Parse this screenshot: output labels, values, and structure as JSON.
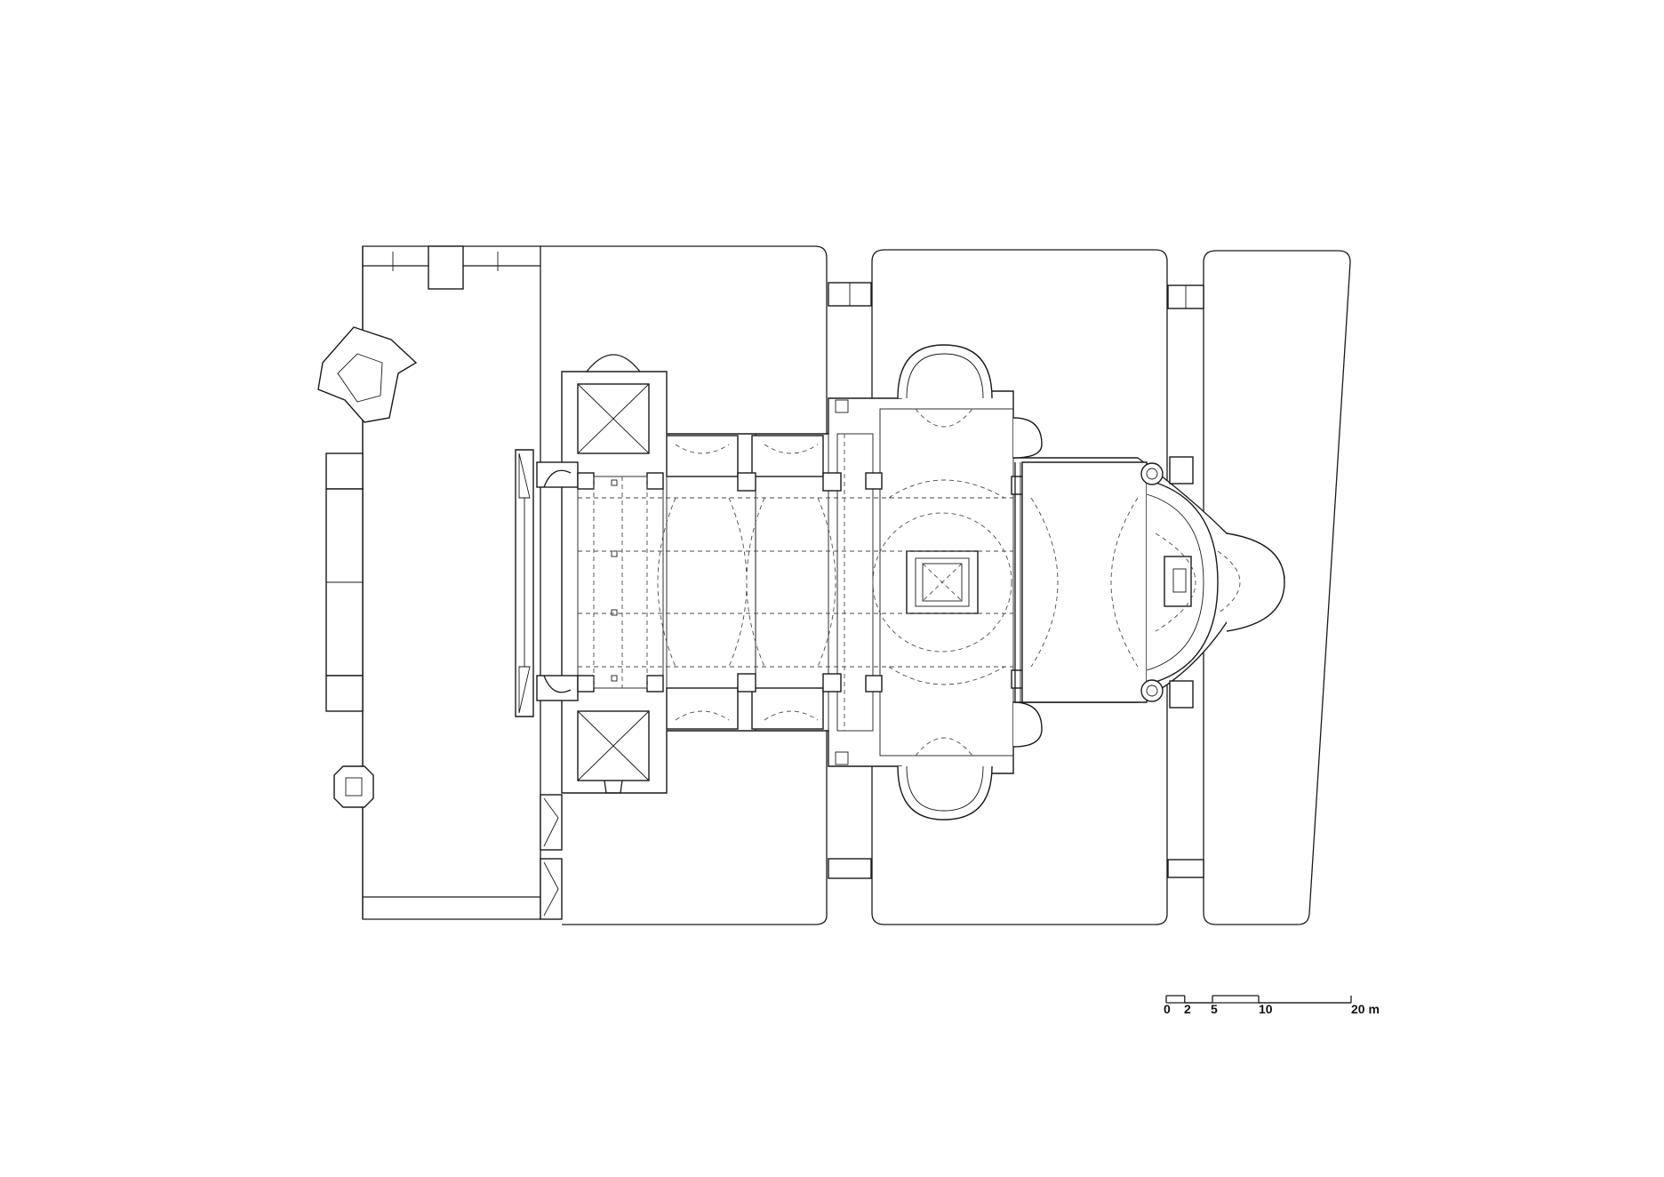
{
  "scale_bar": {
    "ticks": [
      {
        "label": "0",
        "meters": 0
      },
      {
        "label": "2",
        "meters": 2
      },
      {
        "label": "5",
        "meters": 5
      },
      {
        "label": "10",
        "meters": 10
      },
      {
        "label": "20 m",
        "meters": 20
      }
    ]
  },
  "colors": {
    "line": "#1a1a1a",
    "background": "#ffffff"
  }
}
